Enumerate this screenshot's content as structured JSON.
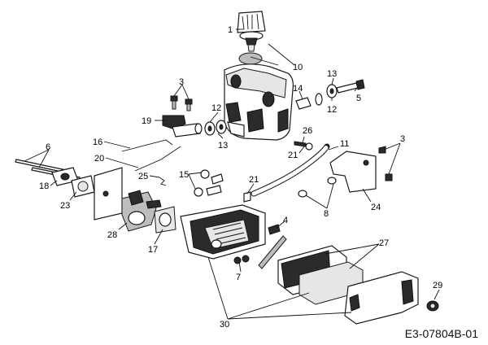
{
  "callouts": {
    "c1": "1",
    "c10": "10",
    "c3a": "3",
    "c13a": "13",
    "c14": "14",
    "c5": "5",
    "c12a": "12",
    "c12b": "12",
    "c19": "19",
    "c13b": "13",
    "c26": "26",
    "c11": "11",
    "c21a": "21",
    "c3b": "3",
    "c16": "16",
    "c20": "20",
    "c6": "6",
    "c25": "25",
    "c15": "15",
    "c21b": "21",
    "c18": "18",
    "c23": "23",
    "c8": "8",
    "c24": "24",
    "c4": "4",
    "c28": "28",
    "c17": "17",
    "c27": "27",
    "c7": "7",
    "c29": "29",
    "c30": "30"
  },
  "diagram_code": "E3-07804B-01"
}
